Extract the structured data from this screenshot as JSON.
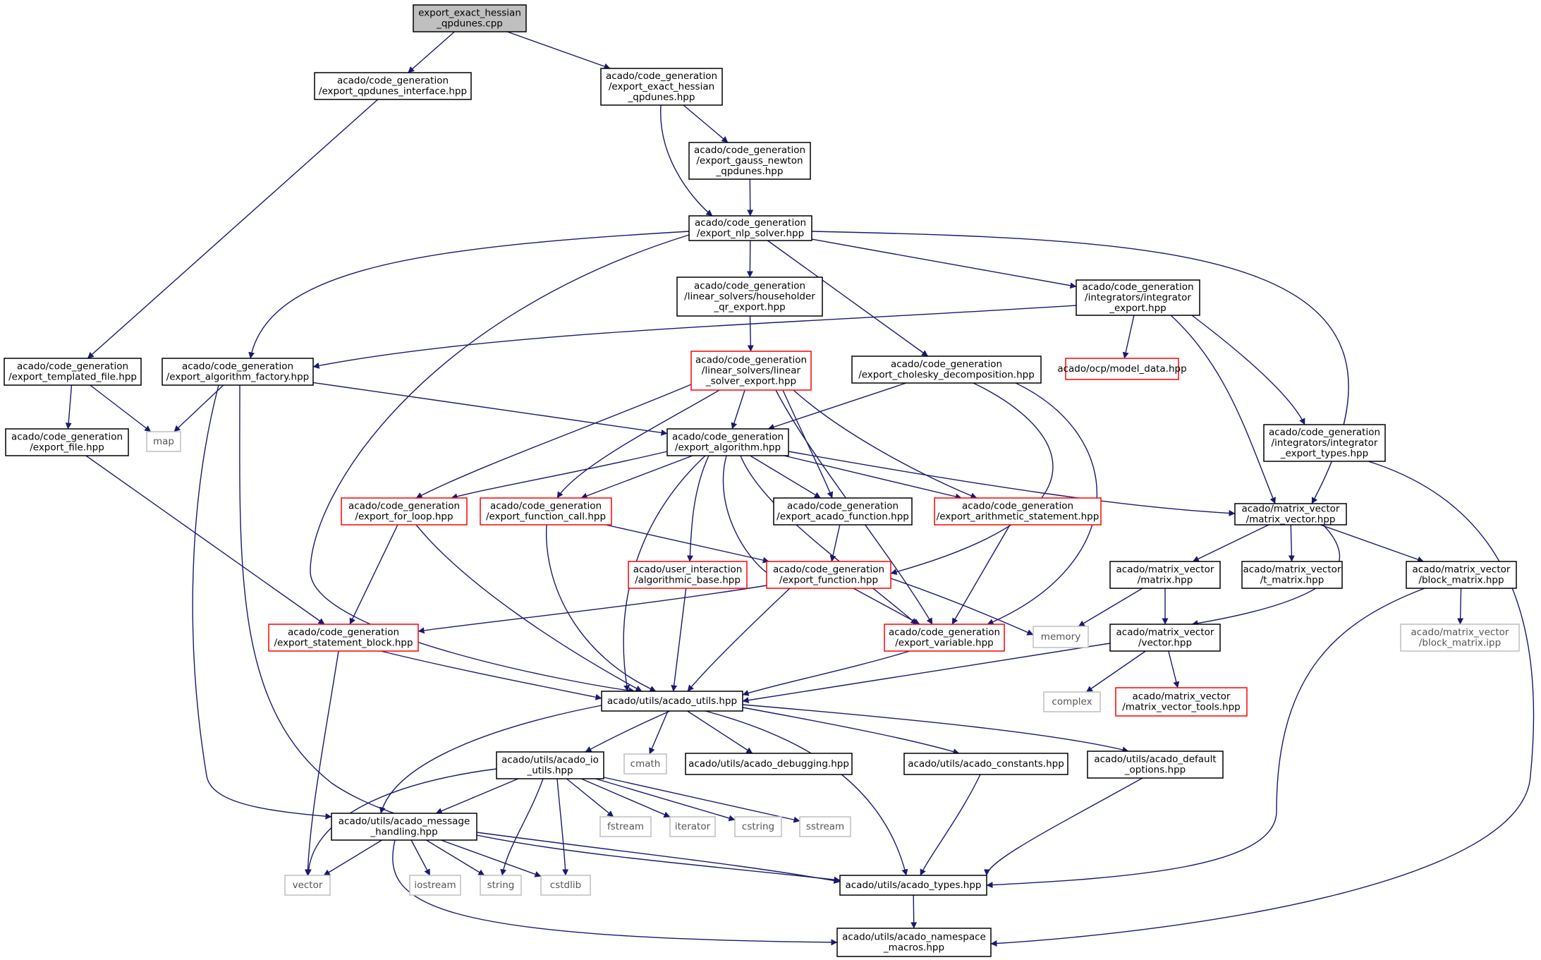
{
  "graph": {
    "edge_color": "#191970",
    "node_styles": {
      "root": {
        "fill": "#bfbfbf",
        "stroke": "#000000"
      },
      "normal": {
        "fill": "#ffffff",
        "stroke": "#000000"
      },
      "truncated": {
        "fill": "#ffffff",
        "stroke": "#ff0000"
      },
      "external": {
        "fill": "#ffffff",
        "stroke": "#bfbfbf"
      }
    },
    "nodes": [
      {
        "id": "root",
        "style": "root",
        "lines": [
          "export_exact_hessian",
          "_qpdunes.cpp"
        ]
      },
      {
        "id": "qpdunes_interface",
        "style": "normal",
        "lines": [
          "acado/code_generation",
          "/export_qpdunes_interface.hpp"
        ]
      },
      {
        "id": "exact_hessian_qpdunes",
        "style": "normal",
        "lines": [
          "acado/code_generation",
          "/export_exact_hessian",
          "_qpdunes.hpp"
        ]
      },
      {
        "id": "gauss_newton_qpdunes",
        "style": "normal",
        "lines": [
          "acado/code_generation",
          "/export_gauss_newton",
          "_qpdunes.hpp"
        ]
      },
      {
        "id": "nlp_solver",
        "style": "normal",
        "lines": [
          "acado/code_generation",
          "/export_nlp_solver.hpp"
        ]
      },
      {
        "id": "householder",
        "style": "normal",
        "lines": [
          "acado/code_generation",
          "/linear_solvers/householder",
          "_qr_export.hpp"
        ]
      },
      {
        "id": "integrator_export",
        "style": "normal",
        "lines": [
          "acado/code_generation",
          "/integrators/integrator",
          "_export.hpp"
        ]
      },
      {
        "id": "templated_file",
        "style": "normal",
        "lines": [
          "acado/code_generation",
          "/export_templated_file.hpp"
        ]
      },
      {
        "id": "algorithm_factory",
        "style": "normal",
        "lines": [
          "acado/code_generation",
          "/export_algorithm_factory.hpp"
        ]
      },
      {
        "id": "linear_solver_export",
        "style": "truncated",
        "lines": [
          "acado/code_generation",
          "/linear_solvers/linear",
          "_solver_export.hpp"
        ]
      },
      {
        "id": "cholesky",
        "style": "normal",
        "lines": [
          "acado/code_generation",
          "/export_cholesky_decomposition.hpp"
        ]
      },
      {
        "id": "model_data",
        "style": "truncated",
        "lines": [
          "acado/ocp/model_data.hpp"
        ]
      },
      {
        "id": "export_file",
        "style": "normal",
        "lines": [
          "acado/code_generation",
          "/export_file.hpp"
        ]
      },
      {
        "id": "map",
        "style": "external",
        "lines": [
          "map"
        ]
      },
      {
        "id": "export_algorithm",
        "style": "normal",
        "lines": [
          "acado/code_generation",
          "/export_algorithm.hpp"
        ]
      },
      {
        "id": "integrator_export_types",
        "style": "normal",
        "lines": [
          "acado/code_generation",
          "/integrators/integrator",
          "_export_types.hpp"
        ]
      },
      {
        "id": "for_loop",
        "style": "truncated",
        "lines": [
          "acado/code_generation",
          "/export_for_loop.hpp"
        ]
      },
      {
        "id": "function_call",
        "style": "truncated",
        "lines": [
          "acado/code_generation",
          "/export_function_call.hpp"
        ]
      },
      {
        "id": "acado_function",
        "style": "normal",
        "lines": [
          "acado/code_generation",
          "/export_acado_function.hpp"
        ]
      },
      {
        "id": "arithmetic_statement",
        "style": "truncated",
        "lines": [
          "acado/code_generation",
          "/export_arithmetic_statement.hpp"
        ]
      },
      {
        "id": "matrix_vector",
        "style": "normal",
        "lines": [
          "acado/matrix_vector",
          "/matrix_vector.hpp"
        ]
      },
      {
        "id": "algorithmic_base",
        "style": "truncated",
        "lines": [
          "acado/user_interaction",
          "/algorithmic_base.hpp"
        ]
      },
      {
        "id": "export_function",
        "style": "truncated",
        "lines": [
          "acado/code_generation",
          "/export_function.hpp"
        ]
      },
      {
        "id": "matrix",
        "style": "normal",
        "lines": [
          "acado/matrix_vector",
          "/matrix.hpp"
        ]
      },
      {
        "id": "t_matrix",
        "style": "normal",
        "lines": [
          "acado/matrix_vector",
          "/t_matrix.hpp"
        ]
      },
      {
        "id": "block_matrix",
        "style": "normal",
        "lines": [
          "acado/matrix_vector",
          "/block_matrix.hpp"
        ]
      },
      {
        "id": "statement_block",
        "style": "truncated",
        "lines": [
          "acado/code_generation",
          "/export_statement_block.hpp"
        ]
      },
      {
        "id": "export_variable",
        "style": "truncated",
        "lines": [
          "acado/code_generation",
          "/export_variable.hpp"
        ]
      },
      {
        "id": "memory",
        "style": "external",
        "lines": [
          "memory"
        ]
      },
      {
        "id": "vector_hpp",
        "style": "normal",
        "lines": [
          "acado/matrix_vector",
          "/vector.hpp"
        ]
      },
      {
        "id": "block_matrix_ipp",
        "style": "external",
        "lines": [
          "acado/matrix_vector",
          "/block_matrix.ipp"
        ]
      },
      {
        "id": "acado_utils",
        "style": "normal",
        "lines": [
          "acado/utils/acado_utils.hpp"
        ]
      },
      {
        "id": "complex",
        "style": "external",
        "lines": [
          "complex"
        ]
      },
      {
        "id": "matrix_vector_tools",
        "style": "truncated",
        "lines": [
          "acado/matrix_vector",
          "/matrix_vector_tools.hpp"
        ]
      },
      {
        "id": "acado_io_utils",
        "style": "normal",
        "lines": [
          "acado/utils/acado_io",
          "_utils.hpp"
        ]
      },
      {
        "id": "cmath",
        "style": "external",
        "lines": [
          "cmath"
        ]
      },
      {
        "id": "acado_debugging",
        "style": "normal",
        "lines": [
          "acado/utils/acado_debugging.hpp"
        ]
      },
      {
        "id": "acado_constants",
        "style": "normal",
        "lines": [
          "acado/utils/acado_constants.hpp"
        ]
      },
      {
        "id": "acado_default_options",
        "style": "normal",
        "lines": [
          "acado/utils/acado_default",
          "_options.hpp"
        ]
      },
      {
        "id": "message_handling",
        "style": "normal",
        "lines": [
          "acado/utils/acado_message",
          "_handling.hpp"
        ]
      },
      {
        "id": "fstream",
        "style": "external",
        "lines": [
          "fstream"
        ]
      },
      {
        "id": "iterator",
        "style": "external",
        "lines": [
          "iterator"
        ]
      },
      {
        "id": "cstring",
        "style": "external",
        "lines": [
          "cstring"
        ]
      },
      {
        "id": "sstream",
        "style": "external",
        "lines": [
          "sstream"
        ]
      },
      {
        "id": "vector_std",
        "style": "external",
        "lines": [
          "vector"
        ]
      },
      {
        "id": "iostream",
        "style": "external",
        "lines": [
          "iostream"
        ]
      },
      {
        "id": "string",
        "style": "external",
        "lines": [
          "string"
        ]
      },
      {
        "id": "cstdlib",
        "style": "external",
        "lines": [
          "cstdlib"
        ]
      },
      {
        "id": "acado_types",
        "style": "normal",
        "lines": [
          "acado/utils/acado_types.hpp"
        ]
      },
      {
        "id": "namespace_macros",
        "style": "normal",
        "lines": [
          "acado/utils/acado_namespace",
          "_macros.hpp"
        ]
      }
    ],
    "edges": [
      [
        "root",
        "qpdunes_interface"
      ],
      [
        "root",
        "exact_hessian_qpdunes"
      ],
      [
        "qpdunes_interface",
        "templated_file"
      ],
      [
        "exact_hessian_qpdunes",
        "gauss_newton_qpdunes"
      ],
      [
        "exact_hessian_qpdunes",
        "nlp_solver"
      ],
      [
        "gauss_newton_qpdunes",
        "nlp_solver"
      ],
      [
        "nlp_solver",
        "householder"
      ],
      [
        "nlp_solver",
        "integrator_export"
      ],
      [
        "nlp_solver",
        "algorithm_factory"
      ],
      [
        "nlp_solver",
        "cholesky"
      ],
      [
        "nlp_solver",
        "acado_utils"
      ],
      [
        "nlp_solver",
        "matrix_vector"
      ],
      [
        "householder",
        "linear_solver_export"
      ],
      [
        "integrator_export",
        "algorithm_factory"
      ],
      [
        "integrator_export",
        "model_data"
      ],
      [
        "integrator_export",
        "integrator_export_types"
      ],
      [
        "integrator_export",
        "matrix_vector"
      ],
      [
        "templated_file",
        "export_file"
      ],
      [
        "templated_file",
        "map"
      ],
      [
        "algorithm_factory",
        "map"
      ],
      [
        "algorithm_factory",
        "export_algorithm"
      ],
      [
        "algorithm_factory",
        "message_handling"
      ],
      [
        "algorithm_factory",
        "acado_types"
      ],
      [
        "linear_solver_export",
        "export_algorithm"
      ],
      [
        "linear_solver_export",
        "for_loop"
      ],
      [
        "linear_solver_export",
        "function_call"
      ],
      [
        "linear_solver_export",
        "acado_function"
      ],
      [
        "linear_solver_export",
        "arithmetic_statement"
      ],
      [
        "linear_solver_export",
        "export_variable"
      ],
      [
        "cholesky",
        "export_algorithm"
      ],
      [
        "cholesky",
        "export_function"
      ],
      [
        "cholesky",
        "export_variable"
      ],
      [
        "export_file",
        "statement_block"
      ],
      [
        "export_algorithm",
        "for_loop"
      ],
      [
        "export_algorithm",
        "function_call"
      ],
      [
        "export_algorithm",
        "acado_function"
      ],
      [
        "export_algorithm",
        "arithmetic_statement"
      ],
      [
        "export_algorithm",
        "matrix_vector"
      ],
      [
        "export_algorithm",
        "algorithmic_base"
      ],
      [
        "export_algorithm",
        "export_function"
      ],
      [
        "export_algorithm",
        "export_variable"
      ],
      [
        "export_algorithm",
        "acado_utils"
      ],
      [
        "integrator_export_types",
        "namespace_macros"
      ],
      [
        "for_loop",
        "statement_block"
      ],
      [
        "for_loop",
        "acado_utils"
      ],
      [
        "function_call",
        "export_function"
      ],
      [
        "function_call",
        "acado_utils"
      ],
      [
        "acado_function",
        "export_function"
      ],
      [
        "arithmetic_statement",
        "export_variable"
      ],
      [
        "matrix_vector",
        "matrix"
      ],
      [
        "matrix_vector",
        "t_matrix"
      ],
      [
        "matrix_vector",
        "block_matrix"
      ],
      [
        "matrix_vector",
        "vector_hpp"
      ],
      [
        "algorithmic_base",
        "acado_utils"
      ],
      [
        "export_function",
        "statement_block"
      ],
      [
        "export_function",
        "export_variable"
      ],
      [
        "export_function",
        "memory"
      ],
      [
        "export_function",
        "acado_utils"
      ],
      [
        "matrix",
        "memory"
      ],
      [
        "matrix",
        "vector_hpp"
      ],
      [
        "block_matrix",
        "block_matrix_ipp"
      ],
      [
        "block_matrix",
        "acado_types"
      ],
      [
        "statement_block",
        "acado_utils"
      ],
      [
        "statement_block",
        "vector_std"
      ],
      [
        "export_variable",
        "acado_utils"
      ],
      [
        "vector_hpp",
        "acado_utils"
      ],
      [
        "vector_hpp",
        "complex"
      ],
      [
        "vector_hpp",
        "matrix_vector_tools"
      ],
      [
        "acado_utils",
        "acado_io_utils"
      ],
      [
        "acado_utils",
        "cmath"
      ],
      [
        "acado_utils",
        "acado_debugging"
      ],
      [
        "acado_utils",
        "acado_constants"
      ],
      [
        "acado_utils",
        "acado_default_options"
      ],
      [
        "acado_utils",
        "message_handling"
      ],
      [
        "acado_utils",
        "acado_types"
      ],
      [
        "acado_io_utils",
        "message_handling"
      ],
      [
        "acado_io_utils",
        "fstream"
      ],
      [
        "acado_io_utils",
        "iterator"
      ],
      [
        "acado_io_utils",
        "cstring"
      ],
      [
        "acado_io_utils",
        "sstream"
      ],
      [
        "acado_io_utils",
        "vector_std"
      ],
      [
        "acado_io_utils",
        "string"
      ],
      [
        "acado_io_utils",
        "cstdlib"
      ],
      [
        "acado_constants",
        "acado_types"
      ],
      [
        "acado_default_options",
        "acado_types"
      ],
      [
        "message_handling",
        "vector_std"
      ],
      [
        "message_handling",
        "iostream"
      ],
      [
        "message_handling",
        "string"
      ],
      [
        "message_handling",
        "cstdlib"
      ],
      [
        "message_handling",
        "acado_types"
      ],
      [
        "message_handling",
        "namespace_macros"
      ],
      [
        "acado_types",
        "namespace_macros"
      ]
    ]
  }
}
